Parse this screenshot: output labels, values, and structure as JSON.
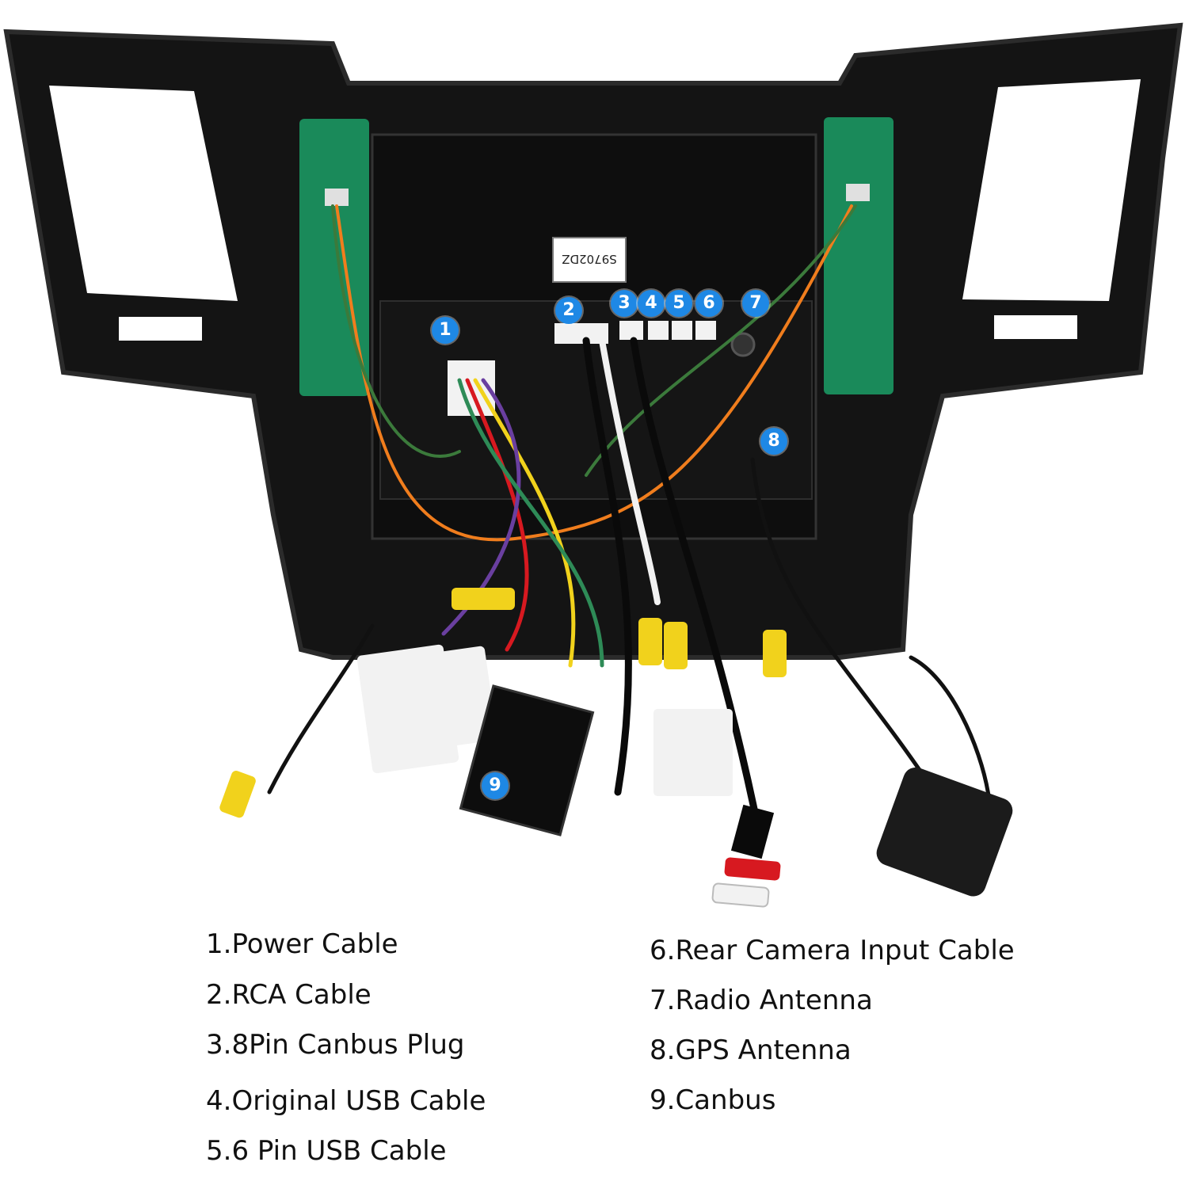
{
  "photo": {
    "unit_label": "S9702DZ",
    "colors": {
      "housing": "#141414",
      "housing_edge": "#2b2b2b",
      "pcb": "#1a8a5a",
      "connector": "#f2f2f2",
      "rca_yellow": "#f1d21c",
      "rca_red": "#d71920",
      "badge": "#1e88e5",
      "gps_puck": "#1b1b1b"
    },
    "callouts": [
      "1",
      "2",
      "3",
      "4",
      "5",
      "6",
      "7",
      "8",
      "9"
    ]
  },
  "legend": {
    "left": [
      "1.Power Cable",
      "2.RCA Cable",
      "3.8Pin Canbus Plug",
      "4.Original USB Cable",
      "5.6 Pin USB Cable"
    ],
    "right": [
      "6.Rear Camera Input Cable",
      "7.Radio Antenna",
      "8.GPS Antenna",
      "9.Canbus"
    ]
  }
}
